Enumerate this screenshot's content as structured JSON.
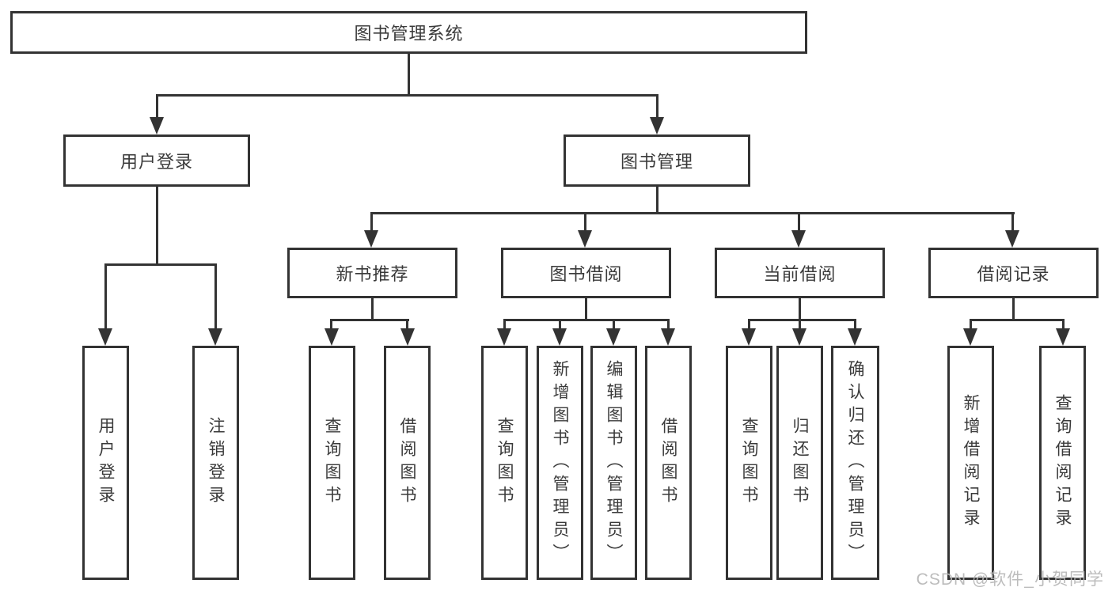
{
  "diagram": {
    "nodes": {
      "root": "图书管理系统",
      "user_login": "用户登录",
      "book_management": "图书管理",
      "new_book_recommend": "新书推荐",
      "book_borrowing": "图书借阅",
      "current_borrowing": "当前借阅",
      "borrowing_records": "借阅记录",
      "user_login_children": [
        "用户登录",
        "注销登录"
      ],
      "new_book_children": [
        "查询图书",
        "借阅图书"
      ],
      "book_borrowing_children": [
        "查询图书",
        "新增图书（管理员）",
        "编辑图书（管理员）",
        "借阅图书"
      ],
      "current_borrowing_children": [
        "查询图书",
        "归还图书",
        "确认归还（管理员）"
      ],
      "borrowing_records_children": [
        "新增借阅记录",
        "查询借阅记录"
      ]
    },
    "watermark": "CSDN @软件_小贺同学",
    "colors": {
      "line": "#333333",
      "text": "#3a3a3a",
      "background": "#ffffff",
      "watermark": "#b5b5b5"
    }
  }
}
